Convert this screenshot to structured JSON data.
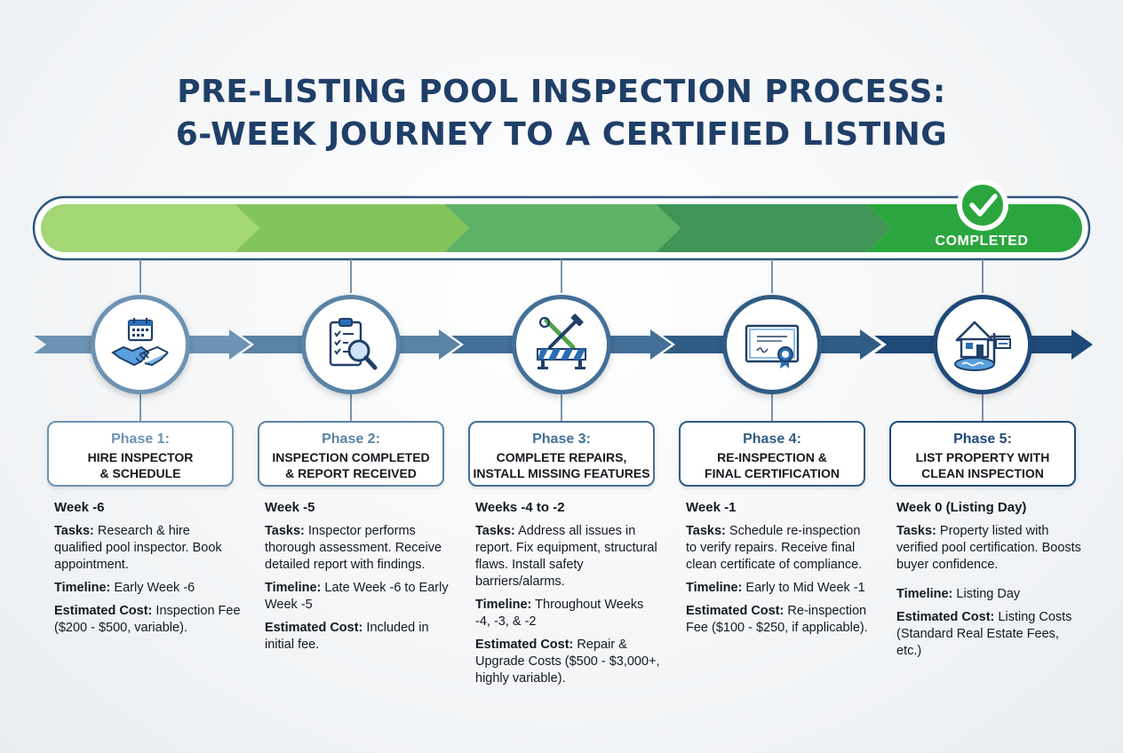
{
  "title": {
    "line1": "PRE-LISTING POOL INSPECTION PROCESS:",
    "line2": "6-WEEK JOURNEY TO A CERTIFIED LISTING"
  },
  "progress": {
    "status_label": "COMPLETED",
    "status_icon": "check-icon",
    "segment_colors": [
      "#a3d674",
      "#84c45d",
      "#5eb265",
      "#3f9456",
      "#2ba63e"
    ]
  },
  "phases": [
    {
      "label": "Phase 1:",
      "name_line1": "HIRE INSPECTOR",
      "name_line2": "& SCHEDULE",
      "icon": "calendar-handshake-icon",
      "color": "#6d93b4",
      "week": "Week -6",
      "tasks_label": "Tasks:",
      "tasks": "Research & hire qualified pool inspector. Book appointment.",
      "timeline_label": "Timeline:",
      "timeline": "Early Week -6",
      "cost_label": "Estimated Cost:",
      "cost": "Inspection Fee ($200 - $500, variable)."
    },
    {
      "label": "Phase 2:",
      "name_line1": "INSPECTION COMPLETED",
      "name_line2": "& REPORT RECEIVED",
      "icon": "clipboard-magnifier-icon",
      "color": "#5a83a6",
      "week": "Week -5",
      "tasks_label": "Tasks:",
      "tasks": "Inspector performs thorough assessment. Receive detailed report with findings.",
      "timeline_label": "Timeline:",
      "timeline": "Late Week -6 to Early Week -5",
      "cost_label": "Estimated Cost:",
      "cost": "Included in initial fee."
    },
    {
      "label": "Phase 3:",
      "name_line1": "COMPLETE REPAIRS,",
      "name_line2": "INSTALL MISSING FEATURES",
      "icon": "tools-barrier-icon",
      "color": "#436f98",
      "week": "Weeks -4 to -2",
      "tasks_label": "Tasks:",
      "tasks": "Address all issues in report. Fix equipment, structural flaws. Install safety barriers/alarms.",
      "timeline_label": "Timeline:",
      "timeline": "Throughout Weeks -4, -3, & -2",
      "cost_label": "Estimated Cost:",
      "cost": "Repair & Upgrade Costs ($500 - $3,000+, highly variable)."
    },
    {
      "label": "Phase 4:",
      "name_line1": "RE-INSPECTION &",
      "name_line2": "FINAL CERTIFICATION",
      "icon": "certificate-icon",
      "color": "#2f5c84",
      "week": "Week -1",
      "tasks_label": "Tasks:",
      "tasks": "Schedule re-inspection to verify repairs. Receive final clean certificate of compliance.",
      "timeline_label": "Timeline:",
      "timeline": "Early to Mid Week -1",
      "cost_label": "Estimated Cost:",
      "cost": "Re-inspection Fee ($100 - $250, if applicable)."
    },
    {
      "label": "Phase 5:",
      "name_line1": "LIST PROPERTY WITH",
      "name_line2": "CLEAN INSPECTION",
      "icon": "house-pool-sign-icon",
      "color": "#1e4a78",
      "week": "Week 0 (Listing Day)",
      "tasks_label": "Tasks:",
      "tasks": "Property listed with verified pool certification. Boosts buyer confidence.",
      "timeline_label": "Timeline:",
      "timeline": "Listing Day",
      "cost_label": "Estimated Cost:",
      "cost": "Listing Costs (Standard Real Estate Fees, etc.)"
    }
  ]
}
